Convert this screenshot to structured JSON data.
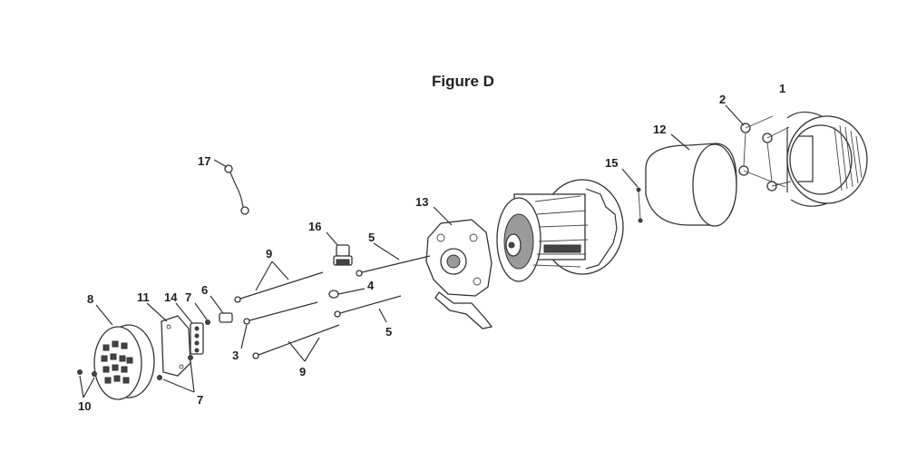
{
  "figure": {
    "title": "Figure D"
  },
  "callouts": {
    "c1": "1",
    "c2": "2",
    "c3": "3",
    "c4": "4",
    "c5a": "5",
    "c5b": "5",
    "c6": "6",
    "c7a": "7",
    "c7b": "7",
    "c8": "8",
    "c9a": "9",
    "c9b": "9",
    "c10": "10",
    "c11": "11",
    "c12": "12",
    "c13": "13",
    "c14": "14",
    "c15": "15",
    "c16": "16",
    "c17": "17"
  }
}
